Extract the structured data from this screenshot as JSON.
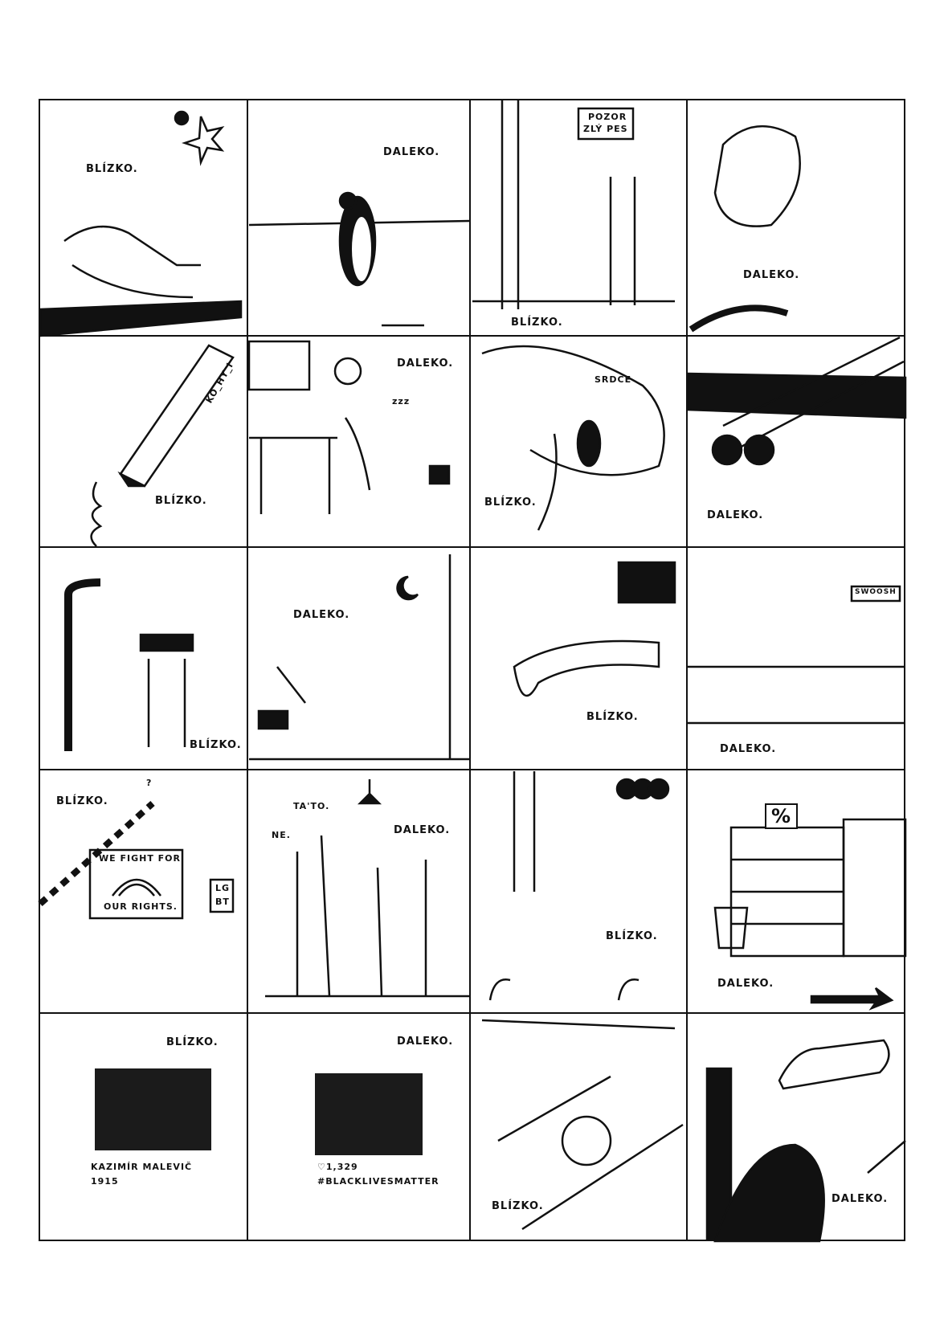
{
  "panels": [
    {
      "texts": [
        "BLÍZKO."
      ]
    },
    {
      "texts": [
        "DALEKO."
      ]
    },
    {
      "texts": [
        "POZOR",
        "ZLÝ PES",
        "BLÍZKO."
      ]
    },
    {
      "texts": [
        "DALEKO."
      ]
    },
    {
      "texts": [
        "KO_HY_I",
        "BLÍZKO."
      ]
    },
    {
      "texts": [
        "DALEKO.",
        "zzz"
      ]
    },
    {
      "texts": [
        "SRDCE",
        "BLÍZKO."
      ]
    },
    {
      "texts": [
        "DALEKO."
      ]
    },
    {
      "texts": [
        "BLÍZKO."
      ]
    },
    {
      "texts": [
        "DALEKO."
      ]
    },
    {
      "texts": [
        "BLÍZKO."
      ]
    },
    {
      "texts": [
        "SWOOSH",
        "DALEKO."
      ]
    },
    {
      "texts": [
        "BLÍZKO.",
        "WE FIGHT FOR",
        "OUR RIGHTS.",
        "LG",
        "BT",
        "?"
      ]
    },
    {
      "texts": [
        "TA'TO.",
        "NE.",
        "DALEKO."
      ]
    },
    {
      "texts": [
        "BLÍZKO."
      ]
    },
    {
      "texts": [
        "%",
        "DALEKO."
      ]
    },
    {
      "texts": [
        "BLÍZKO.",
        "KAZIMÍR MALEVIČ",
        "1915"
      ]
    },
    {
      "texts": [
        "DALEKO.",
        "♡1,329",
        "#BLACKLIVESMATTER"
      ]
    },
    {
      "texts": [
        "BLÍZKO."
      ]
    },
    {
      "texts": [
        "DALEKO."
      ]
    }
  ]
}
